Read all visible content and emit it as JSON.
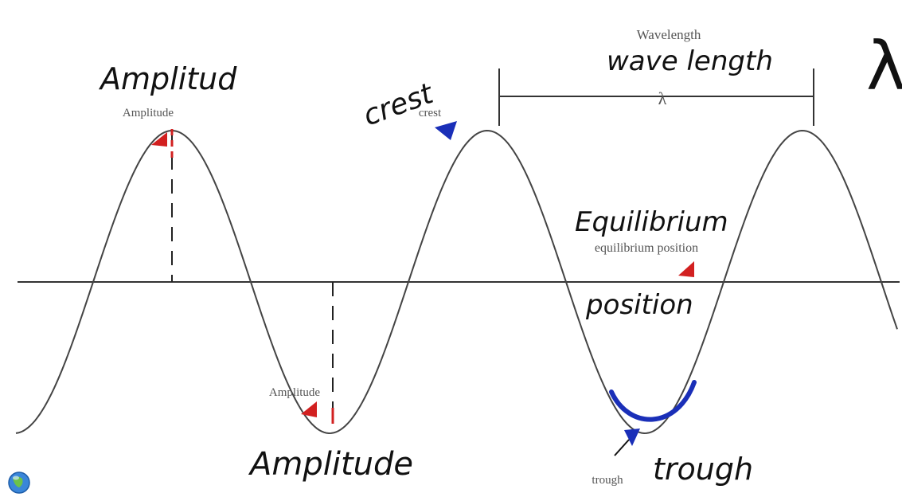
{
  "printed_labels": {
    "amplitude_top": "Amplitude",
    "crest": "crest",
    "wavelength": "Wavelength",
    "lambda": "λ",
    "equilibrium": "equilibrium position",
    "amplitude_bottom": "Amplitude",
    "trough": "trough"
  },
  "handwritten_labels": {
    "amplitude_top": "Amplitud",
    "crest": "crest",
    "wavelength": "wave length",
    "lambda": "λ",
    "equilibrium_line1": "Equilibrium",
    "equilibrium_line2": "position",
    "amplitude_bottom": "Amplitude",
    "trough": "trough"
  },
  "icons": {
    "corner_icon": "globe-icon"
  },
  "colors": {
    "wave": "#444444",
    "marker_red": "#d22020",
    "marker_blue": "#1a2fb8",
    "ink": "#111111",
    "printed": "#555555"
  }
}
